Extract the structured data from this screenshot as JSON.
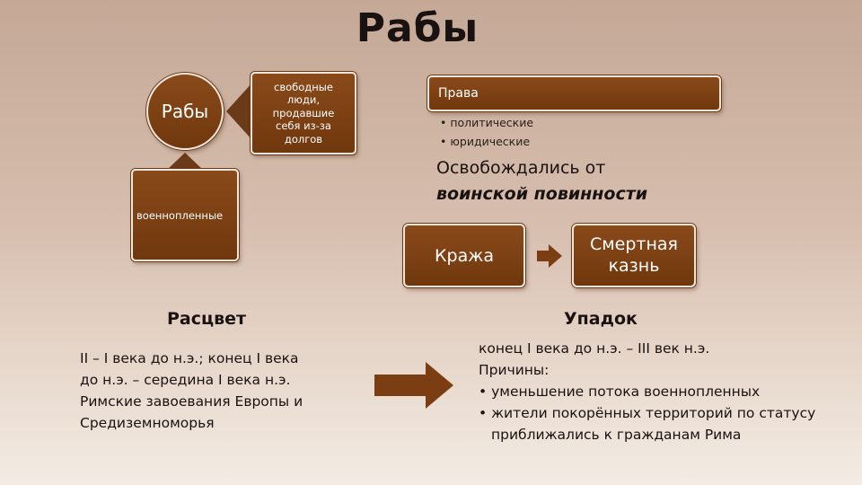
{
  "title": "Рабы",
  "circle_label": "Рабы",
  "svobodnye": [
    "свободные",
    "люди,",
    "продавшие",
    "себя из-за",
    "долгов"
  ],
  "voennoplennye": "военнопленные",
  "prava": {
    "header": "Права",
    "items": [
      "политические",
      "юридические"
    ]
  },
  "osvob": {
    "line1": "Освобождались от",
    "line2": "воинской повинности"
  },
  "flow": {
    "from": "Кража",
    "to_line1": "Смертная",
    "to_line2": "казнь"
  },
  "rascvet": {
    "heading": "Расцвет",
    "lines": [
      "II – I века до н.э.; конец I века",
      "до н.э. – середина I века н.э.",
      "Римские завоевания Европы и",
      "Средиземноморья"
    ]
  },
  "upadok": {
    "heading": "Упадок",
    "line1": "конец I века до н.э. – III век н.э.",
    "line2": "Причины:",
    "bullets": [
      "уменьшение потока военнопленных",
      "жители покорённых территорий по статусу"
    ],
    "bullet_cont": "приближались к гражданам Рима"
  },
  "colors": {
    "box_brown": "#7c4113",
    "connector": "#6b3a18",
    "arrow": "#7a3e12"
  }
}
